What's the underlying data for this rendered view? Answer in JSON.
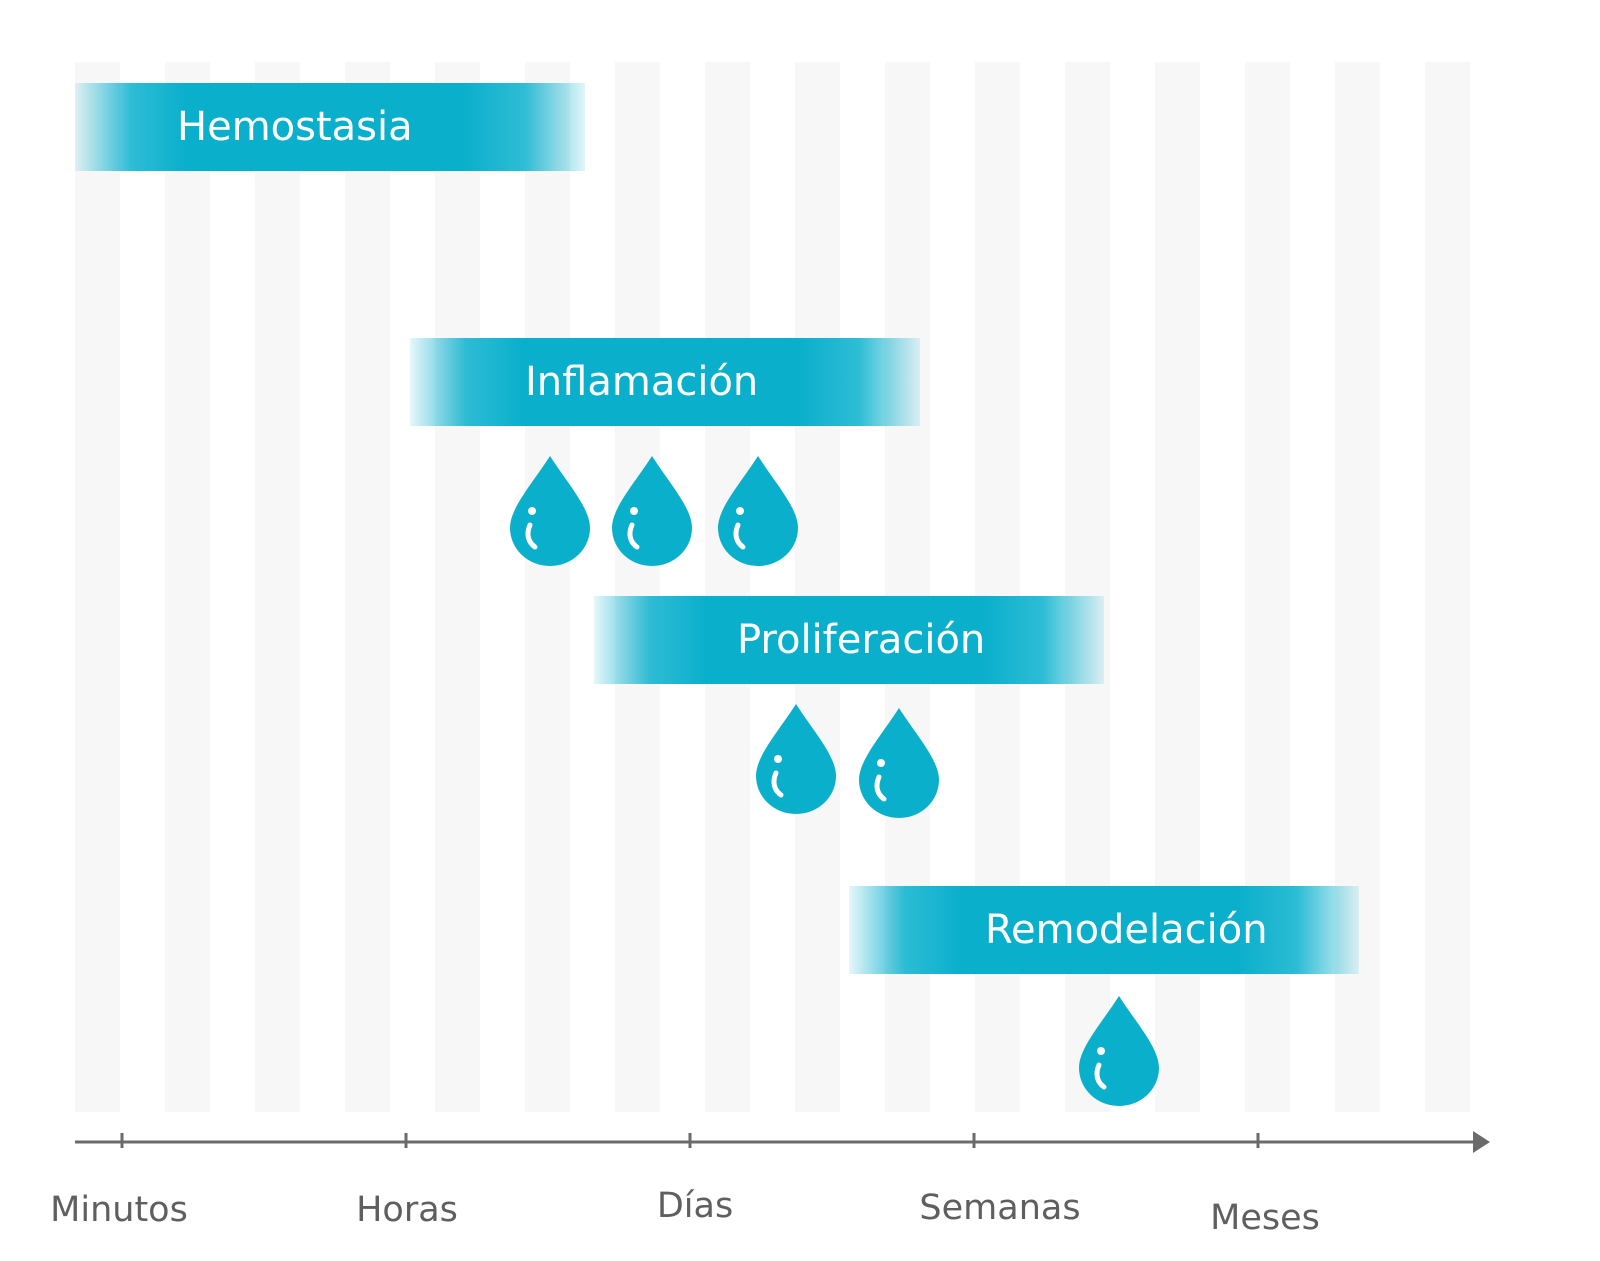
{
  "phases": [
    {
      "label": "Hemostasia"
    },
    {
      "label": "Inflamación"
    },
    {
      "label": "Proliferación"
    },
    {
      "label": "Remodelación"
    }
  ],
  "axis": {
    "ticks": [
      "Minutos",
      "Horas",
      "Días",
      "Semanas",
      "Meses"
    ]
  },
  "colors": {
    "accent": "#0aafcc",
    "axis": "#6b6b6b",
    "stripe": "#f7f7f7",
    "tick_text": "#5f5f5f"
  },
  "icons": {
    "drop": "water-drop-icon"
  }
}
